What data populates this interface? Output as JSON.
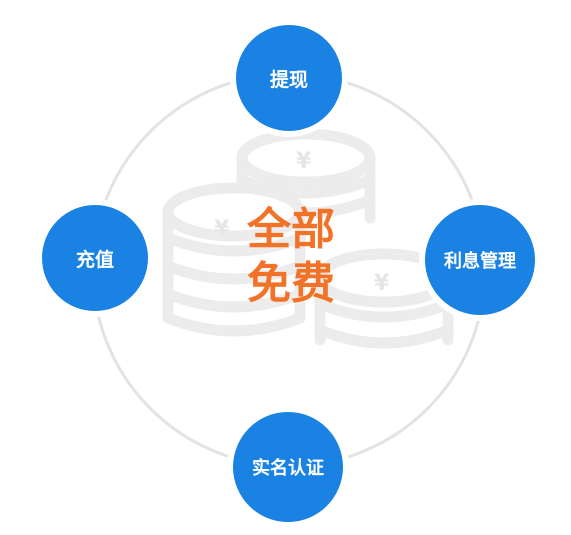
{
  "nodes": {
    "top": "提现",
    "left": "充值",
    "right": "利息管理",
    "bottom": "实名认证"
  },
  "center": {
    "line1": "全部",
    "line2": "免费"
  },
  "colors": {
    "node_fill": "#1a82e2",
    "center_text": "#f27327",
    "ring": "#e3e3e3",
    "coin_watermark": "#eeeeee"
  },
  "icons": [
    "coin-stack-icon",
    "yuan-symbol"
  ]
}
